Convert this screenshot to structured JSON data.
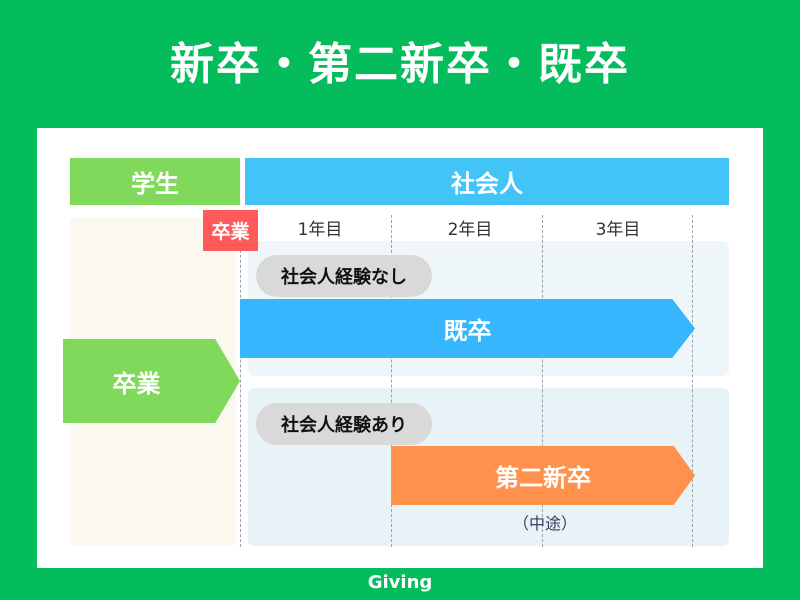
{
  "title": "新卒・第二新卒・既卒",
  "headers": {
    "student": "学生",
    "working": "社会人"
  },
  "graduation_tag": "卒業",
  "years": [
    "1年目",
    "2年目",
    "3年目"
  ],
  "rows": [
    {
      "pill": "社会人経験なし",
      "bar": "既卒"
    },
    {
      "pill": "社会人経験あり",
      "bar": "第二新卒",
      "note": "（中途）"
    }
  ],
  "graduation_arrow": "卒業",
  "footer": "Giving",
  "colors": {
    "bg": "#05bc5c",
    "student": "#80d95a",
    "working": "#42c4f7",
    "kisotsu": "#38b6fd",
    "daini": "#ff914d",
    "tag": "#ff5a5a"
  }
}
